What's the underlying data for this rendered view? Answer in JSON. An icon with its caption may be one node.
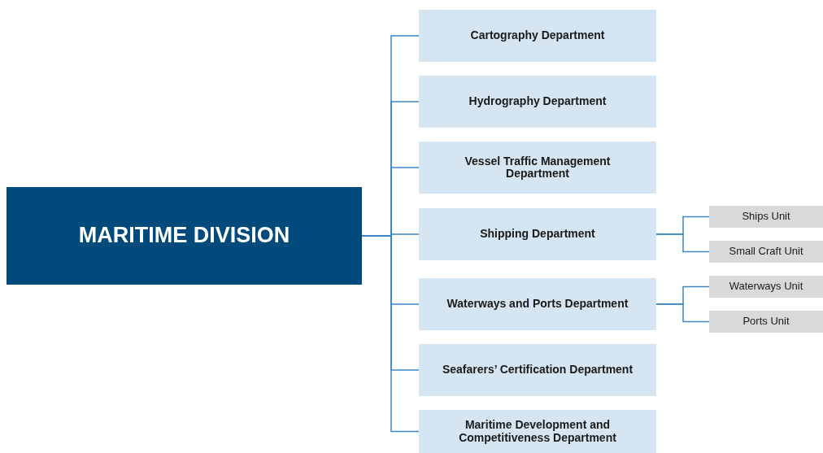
{
  "diagram": {
    "nodes": [
      {
        "text": [
          "MARITIME DIVISION"
        ]
      },
      {
        "text": [
          "Cartography Department"
        ]
      },
      {
        "text": [
          "Hydrography Department"
        ]
      },
      {
        "text": [
          "Vessel Traffic Management Department"
        ]
      },
      {
        "text": [
          "Shipping Department"
        ]
      },
      {
        "text": [
          "Waterways and Ports Department"
        ]
      },
      {
        "text": [
          "Seafarers’ Certification Department"
        ]
      },
      {
        "text": [
          "Maritime Development and Competitiveness Department"
        ]
      },
      {
        "text": [
          "Ships Unit"
        ]
      },
      {
        "text": [
          "Small Craft Unit"
        ]
      },
      {
        "text": [
          "Waterways Unit"
        ]
      },
      {
        "text": [
          "Ports Unit"
        ]
      }
    ],
    "edges": [
      {
        "from": 0,
        "to": 1,
        "arrow": "none"
      },
      {
        "from": 0,
        "to": 2,
        "arrow": "none"
      },
      {
        "from": 0,
        "to": 3,
        "arrow": "none"
      },
      {
        "from": 0,
        "to": 4,
        "arrow": "none"
      },
      {
        "from": 0,
        "to": 5,
        "arrow": "none"
      },
      {
        "from": 0,
        "to": 6,
        "arrow": "none"
      },
      {
        "from": 0,
        "to": 7,
        "arrow": "none"
      },
      {
        "from": 4,
        "to": 8,
        "arrow": "none"
      },
      {
        "from": 4,
        "to": 9,
        "arrow": "none"
      },
      {
        "from": 5,
        "to": 10,
        "arrow": "none"
      },
      {
        "from": 5,
        "to": 11,
        "arrow": "none"
      }
    ]
  }
}
